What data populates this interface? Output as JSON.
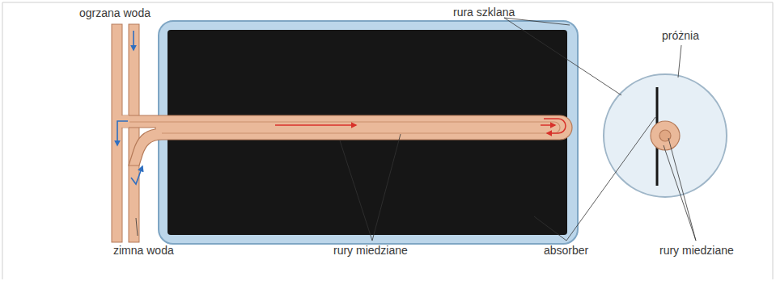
{
  "diagram": {
    "labels": [
      "ogrzana woda",
      "rura szklana",
      "próżnia",
      "zimna woda",
      "rury miedziane",
      "absorber",
      "rury miedziane"
    ]
  }
}
